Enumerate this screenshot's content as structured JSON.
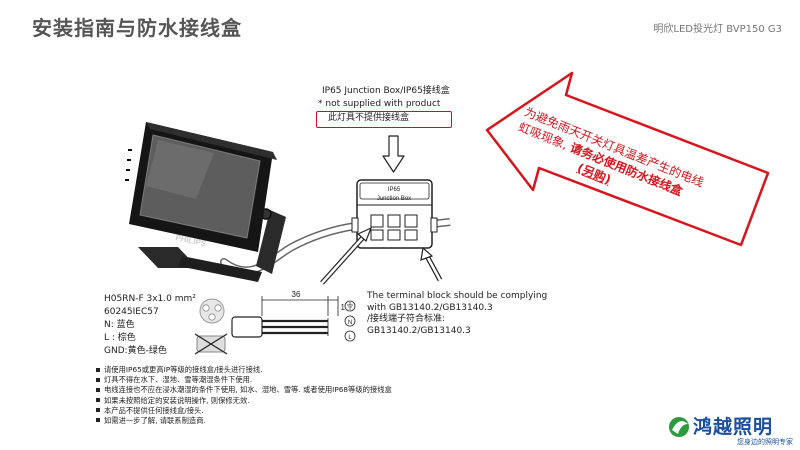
{
  "header": {
    "title": "安装指南与防水接线盒",
    "product": "明欣LED投光灯 BVP150 G3"
  },
  "junction_box": {
    "label_en": "IP65 Junction Box/IP65接线盒",
    "not_supplied_en": "* not supplied with product",
    "not_supplied_cn": "此灯具不提供接线盒",
    "box_line1": "IP65",
    "box_line2": "Junction Box"
  },
  "cable": {
    "spec_lines": [
      "H05RN-F 3x1.0 mm²",
      "60245IEC57",
      "N: 蓝色",
      "L : 棕色",
      "GND:黄色-绿色"
    ],
    "dim_36": "36",
    "dim_10": "10"
  },
  "brand_on_fixture": "PHILIPS",
  "terminal": {
    "lines": [
      "The terminal block should be complying",
      "with GB13140.2/GB13140.3",
      "/接线端子符合标准:",
      "GB13140.2/GB13140.3"
    ],
    "symbols": [
      "N",
      "L"
    ]
  },
  "notes": [
    "请使用IP65或更高IP等级的接线盒/接头进行接线.",
    "灯具不得在水下、湿地、雪等潮湿条件下使用.",
    "电线连接也不应在浸水潮湿的条件下使用, 如水、湿地、雪等. 或者使用IP68等级的接线盒",
    "如果未按照给定的安装说明操作, 则保修无效.",
    "本产品不提供任何接线盒/接头.",
    "如需进一步了解, 请联系制造商."
  ],
  "annotation": {
    "line1": "为避免雨天开关灯具温差产生的电线",
    "line2_a": "虹吸现象, ",
    "line2_b": "请务必使用防水接线盒",
    "line3": "(另购)"
  },
  "logo": {
    "name": "鸿越照明",
    "tagline": "您身边的照明专家"
  },
  "colors": {
    "accent_red": "#d8141c",
    "logo_blue": "#1a4fa0"
  }
}
